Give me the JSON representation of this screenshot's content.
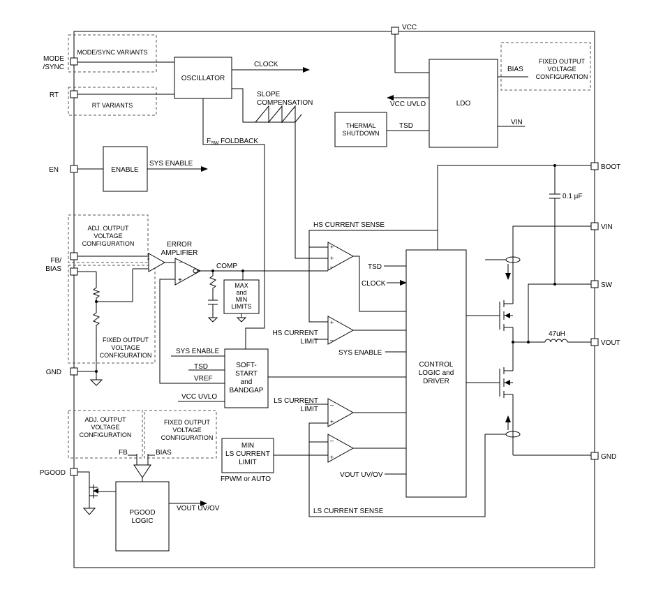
{
  "pins": {
    "mode_sync": "MODE\n/SYNC",
    "rt": "RT",
    "en": "EN",
    "fb_bias": "FB/\nBIAS",
    "gnd_left": "GND",
    "pgood": "PGOOD",
    "vcc": "VCC",
    "boot": "BOOT",
    "vin": "VIN",
    "sw": "SW",
    "vout": "VOUT",
    "gnd_right": "GND"
  },
  "blocks": {
    "oscillator": "OSCILLATOR",
    "enable": "ENABLE",
    "ldo": "LDO",
    "thermal_shutdown": "THERMAL\nSHUTDOWN",
    "soft_start": "SOFT-\nSTART\nand\nBANDGAP",
    "control_logic": "CONTROL\nLOGIC and\nDRIVER",
    "pgood_logic": "PGOOD\nLOGIC",
    "min_ls_current_limit": "MIN\nLS CURRENT\nLIMIT",
    "max_min_limits": "MAX\nand\nMIN\nLIMITS"
  },
  "option_boxes": {
    "mode_sync_variants": "MODE/SYNC VARIANTS",
    "rt_variants": "RT VARIANTS",
    "adj_output_top": "ADJ. OUTPUT\nVOLTAGE\nCONFIGURATION",
    "fixed_output_fb": "FIXED OUTPUT\nVOLTAGE\nCONFIGURATION",
    "fixed_output_bias": "FIXED OUTPUT\nVOLTAGE\nCONFIGURATION",
    "adj_output_pgood": "ADJ. OUTPUT\nVOLTAGE\nCONFIGURATION",
    "fixed_output_pgood": "FIXED OUTPUT\nVOLTAGE\nCONFIGURATION"
  },
  "signals": {
    "clock_out": "CLOCK",
    "slope_compensation": "SLOPE\nCOMPENSATION",
    "fsw_foldback_prefix": "F",
    "fsw_foldback_sub": "SW",
    "fsw_foldback_suffix": " FOLDBACK",
    "sys_enable_out": "SYS ENABLE",
    "vcc_uvlo_out": "VCC UVLO",
    "tsd_out": "TSD",
    "bias": "BIAS",
    "vin_ldo": "VIN",
    "error_amplifier": "ERROR\nAMPLIFIER",
    "comp": "COMP",
    "hs_current_sense": "HS CURRENT SENSE",
    "tsd_in": "TSD",
    "clock_in": "CLOCK",
    "hs_current_limit": "HS CURRENT\nLIMIT",
    "sys_enable_in_ctrl": "SYS ENABLE",
    "sys_enable_in_ss": "SYS ENABLE",
    "tsd_in_ss": "TSD",
    "vref": "VREF",
    "vcc_uvlo_in": "VCC UVLO",
    "ls_current_limit": "LS CURRENT\nLIMIT",
    "vout_uv_ov_in": "VOUT UV/OV",
    "fpwm_or_auto": "FPWM or AUTO",
    "ls_current_sense": "LS CURRENT SENSE",
    "fb": "FB",
    "bias_pgood": "BIAS",
    "vout_uv_ov_out": "VOUT UV/OV",
    "boot_cap": "0.1 µF",
    "inductor": "47uH"
  }
}
